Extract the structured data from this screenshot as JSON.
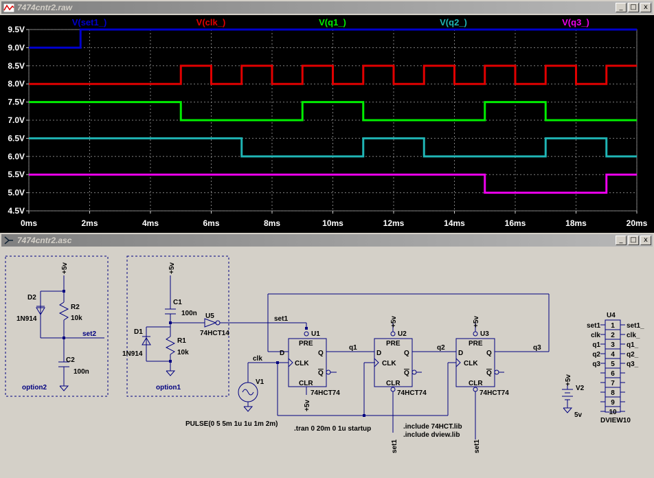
{
  "waveform_window": {
    "title": "7474cntr2.raw",
    "buttons": {
      "minimize": "_",
      "restore": "□",
      "close": "x"
    }
  },
  "schematic_window": {
    "title": "7474cntr2.asc",
    "buttons": {
      "minimize": "_",
      "restore": "□",
      "close": "x"
    }
  },
  "chart_data": {
    "type": "line",
    "xlabel": "",
    "ylabel": "",
    "xlim": [
      0,
      20
    ],
    "ylim": [
      4.5,
      9.5
    ],
    "x_ticks": [
      "0ms",
      "2ms",
      "4ms",
      "6ms",
      "8ms",
      "10ms",
      "12ms",
      "14ms",
      "16ms",
      "18ms",
      "20ms"
    ],
    "y_ticks": [
      "4.5V",
      "5.0V",
      "5.5V",
      "6.0V",
      "6.5V",
      "7.0V",
      "7.5V",
      "8.0V",
      "8.5V",
      "9.0V",
      "9.5V"
    ],
    "grid": true,
    "series": [
      {
        "name": "V(set1_)",
        "color": "#0000cc",
        "x": [
          0,
          1.7,
          1.7,
          20
        ],
        "y": [
          9.0,
          9.0,
          9.5,
          9.5
        ]
      },
      {
        "name": "V(clk_)",
        "color": "#e00000",
        "x": [
          0,
          5,
          5,
          6,
          6,
          7,
          7,
          8,
          8,
          9,
          9,
          10,
          10,
          11,
          11,
          12,
          12,
          13,
          13,
          14,
          14,
          15,
          15,
          16,
          16,
          17,
          17,
          18,
          18,
          19,
          19,
          20
        ],
        "y": [
          8,
          8,
          8.5,
          8.5,
          8,
          8,
          8.5,
          8.5,
          8,
          8,
          8.5,
          8.5,
          8,
          8,
          8.5,
          8.5,
          8,
          8,
          8.5,
          8.5,
          8,
          8,
          8.5,
          8.5,
          8,
          8,
          8.5,
          8.5,
          8,
          8,
          8.5,
          8.5
        ]
      },
      {
        "name": "V(q1_)",
        "color": "#00ee00",
        "x": [
          0,
          5,
          5,
          9,
          9,
          11,
          11,
          15,
          15,
          17,
          17,
          20
        ],
        "y": [
          7.5,
          7.5,
          7,
          7,
          7.5,
          7.5,
          7,
          7,
          7.5,
          7.5,
          7,
          7
        ]
      },
      {
        "name": "V(q2_)",
        "color": "#1fb4b4",
        "x": [
          0,
          5,
          5,
          7,
          7,
          11,
          11,
          13,
          13,
          17,
          17,
          19,
          19,
          20
        ],
        "y": [
          6.5,
          6.5,
          6.5,
          6.5,
          6,
          6,
          6.5,
          6.5,
          6,
          6,
          6.5,
          6.5,
          6,
          6
        ]
      },
      {
        "name": "V(q3_)",
        "color": "#ee00ee",
        "x": [
          0,
          7,
          7,
          9,
          9,
          13,
          13,
          15,
          15,
          19,
          19,
          20
        ],
        "y": [
          5.5,
          5.5,
          5.5,
          5.5,
          5.5,
          5.5,
          5.5,
          5.5,
          5,
          5,
          5.5,
          5.5
        ]
      }
    ]
  },
  "schematic": {
    "option_boxes": [
      "option2",
      "option1"
    ],
    "components": {
      "d2": "D2",
      "d2_model": "1N914",
      "r2": "R2",
      "r2_value": "10k",
      "c2": "C2",
      "c2_value": "100n",
      "c1": "C1",
      "c1_value": "100n",
      "d1": "D1",
      "d1_model": "1N914",
      "r1": "R1",
      "r1_value": "10k",
      "u5": "U5",
      "u5_model": "74HCT14",
      "u1": "U1",
      "u2": "U2",
      "u3": "U3",
      "ff_model": "74HCT74",
      "v1": "V1",
      "v1_value": "PULSE(0 5 5m 1u 1u 1m 2m)",
      "v2": "V2",
      "v2_value": "5v",
      "u4": "U4",
      "u4_model": "DVIEW10"
    },
    "pins": {
      "pre": "PRE",
      "clr": "CLR",
      "d": "D",
      "clk": "CLK",
      "q": "Q",
      "qbar": "Q"
    },
    "nets": {
      "set1": "set1",
      "set2": "set2",
      "clk": "clk",
      "q1": "q1",
      "q2": "q2",
      "q3": "q3",
      "vcc": "+5v"
    },
    "directives": [
      ".tran 0 20m 0 1u startup",
      ".include 74HCT.lib",
      ".include dview.lib"
    ],
    "dview_left": [
      "set1",
      "clk",
      "q1",
      "q2",
      "q3"
    ],
    "dview_right": [
      "set1_",
      "clk_",
      "q1_",
      "q2_",
      "q3_"
    ],
    "dview_pins": [
      "1",
      "2",
      "3",
      "4",
      "5",
      "6",
      "7",
      "8",
      "9",
      "10"
    ]
  }
}
